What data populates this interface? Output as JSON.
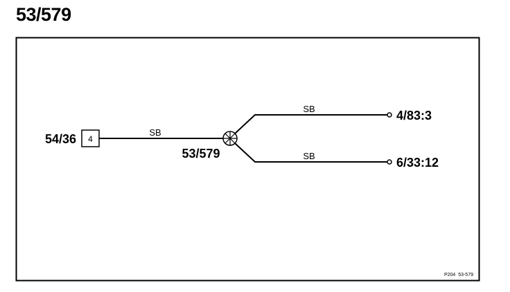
{
  "header": {
    "title": "53/579"
  },
  "diagram": {
    "source_connector": {
      "label": "54/36",
      "pin": "4"
    },
    "splice": {
      "label": "53/579"
    },
    "wires": [
      {
        "label": "SB"
      },
      {
        "label": "SB"
      },
      {
        "label": "SB"
      }
    ],
    "destinations": [
      {
        "label": "4/83:3"
      },
      {
        "label": "6/33:12"
      }
    ],
    "reference": "P204  53-579",
    "colors": {
      "line": "#000000",
      "background": "#ffffff"
    }
  }
}
